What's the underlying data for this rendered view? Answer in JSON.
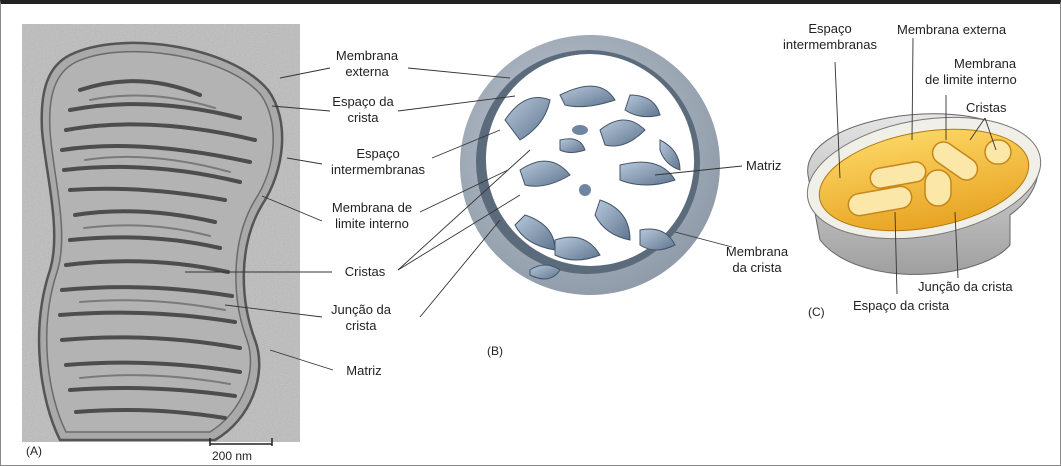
{
  "panel_a": {
    "letter": "(A)",
    "scale_bar": "200 nm",
    "labels": {
      "outer_membrane": [
        "Membrana",
        "externa"
      ],
      "crista_space": [
        "Espaço da",
        "crista"
      ],
      "intermembrane_space": [
        "Espaço",
        "intermembranas"
      ],
      "inner_boundary_membrane": [
        "Membrana de",
        "limite interno"
      ],
      "cristae": "Cristas",
      "crista_junction": [
        "Junção da",
        "crista"
      ],
      "matrix": "Matriz"
    }
  },
  "panel_b": {
    "letter": "(B)",
    "labels": {
      "matrix": "Matriz",
      "crista_membrane": [
        "Membrana",
        "da crista"
      ]
    }
  },
  "panel_c": {
    "letter": "(C)",
    "labels": {
      "intermembrane_space": [
        "Espaço",
        "intermembranas"
      ],
      "outer_membrane": "Membrana externa",
      "inner_boundary_membrane": [
        "Membrana",
        "de limite interno"
      ],
      "cristae": "Cristas",
      "crista_junction": "Junção da crista",
      "crista_space": "Espaço da crista"
    }
  },
  "colors": {
    "micrograph": "#b8b8b8",
    "tomogram_blue": "#8fa6bf",
    "tomogram_dark": "#51657d",
    "outer_shell": "#c9c9c9",
    "inner_yellow": "#f4c23a",
    "inner_orange": "#e59a1f",
    "crista_pale": "#fbe7a8"
  }
}
